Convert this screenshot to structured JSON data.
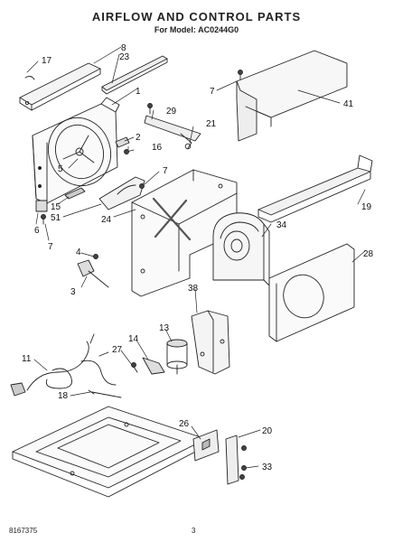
{
  "header": {
    "title": "AIRFLOW AND CONTROL PARTS",
    "subtitle": "For Model: AC0244G0"
  },
  "footer": {
    "document_number": "8167375",
    "page_number": "3"
  },
  "callouts": [
    {
      "id": "c17",
      "text": "17"
    },
    {
      "id": "c8",
      "text": "8"
    },
    {
      "id": "c23",
      "text": "23"
    },
    {
      "id": "c1",
      "text": "1"
    },
    {
      "id": "c29",
      "text": "29"
    },
    {
      "id": "c21",
      "text": "21"
    },
    {
      "id": "c2",
      "text": "2"
    },
    {
      "id": "c16",
      "text": "16"
    },
    {
      "id": "c5",
      "text": "5"
    },
    {
      "id": "c7a",
      "text": "7"
    },
    {
      "id": "c15",
      "text": "15"
    },
    {
      "id": "c51",
      "text": "51"
    },
    {
      "id": "c24",
      "text": "24"
    },
    {
      "id": "c6",
      "text": "6"
    },
    {
      "id": "c7b",
      "text": "7"
    },
    {
      "id": "c7c",
      "text": "7"
    },
    {
      "id": "c41",
      "text": "41"
    },
    {
      "id": "c19",
      "text": "19"
    },
    {
      "id": "c34",
      "text": "34"
    },
    {
      "id": "c28",
      "text": "28"
    },
    {
      "id": "c4",
      "text": "4"
    },
    {
      "id": "c3",
      "text": "3"
    },
    {
      "id": "c38",
      "text": "38"
    },
    {
      "id": "c13",
      "text": "13"
    },
    {
      "id": "c14",
      "text": "14"
    },
    {
      "id": "c27",
      "text": "27"
    },
    {
      "id": "c11",
      "text": "11"
    },
    {
      "id": "c18",
      "text": "18"
    },
    {
      "id": "c26",
      "text": "26"
    },
    {
      "id": "c20",
      "text": "20"
    },
    {
      "id": "c33",
      "text": "33"
    }
  ]
}
